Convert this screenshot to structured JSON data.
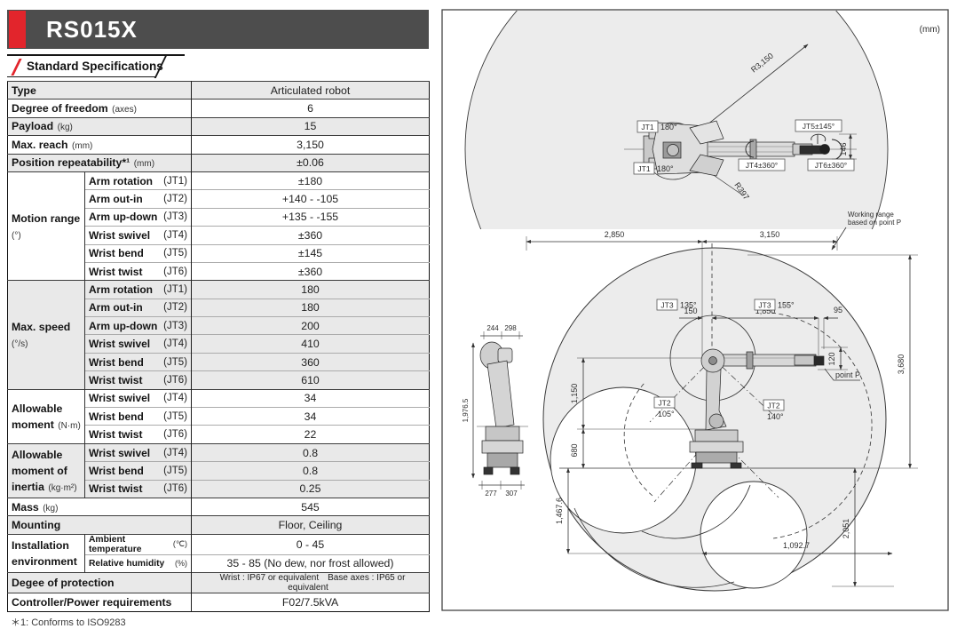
{
  "colors": {
    "brand_red": "#e2252c",
    "header_gray": "#4d4d4d",
    "row_shade": "#e9e9e9",
    "diagram_fill": "#ececec"
  },
  "header": {
    "model": "RS015X"
  },
  "section": {
    "title": "Standard Specifications"
  },
  "footnote": "＊1: Conforms to ISO9283",
  "specs": {
    "rows_top": [
      {
        "label": "Type",
        "unit": "",
        "value": "Articulated robot"
      },
      {
        "label": "Degree of freedom",
        "unit": "(axes)",
        "value": "6"
      },
      {
        "label": "Payload",
        "unit": "(kg)",
        "value": "15"
      },
      {
        "label": "Max. reach",
        "unit": "(mm)",
        "value": "3,150"
      },
      {
        "label": "Position repeatability*¹",
        "unit": "(mm)",
        "value": "±0.06"
      }
    ],
    "motion_range": {
      "group": "Motion range",
      "unit": "(°)",
      "rows": [
        {
          "label": "Arm rotation",
          "joint": "(JT1)",
          "value": "±180"
        },
        {
          "label": "Arm out-in",
          "joint": "(JT2)",
          "value": "+140 - -105"
        },
        {
          "label": "Arm up-down",
          "joint": "(JT3)",
          "value": "+135 - -155"
        },
        {
          "label": "Wrist swivel",
          "joint": "(JT4)",
          "value": "±360"
        },
        {
          "label": "Wrist bend",
          "joint": "(JT5)",
          "value": "±145"
        },
        {
          "label": "Wrist twist",
          "joint": "(JT6)",
          "value": "±360"
        }
      ]
    },
    "max_speed": {
      "group": "Max. speed",
      "unit": "(°/s)",
      "rows": [
        {
          "label": "Arm rotation",
          "joint": "(JT1)",
          "value": "180"
        },
        {
          "label": "Arm out-in",
          "joint": "(JT2)",
          "value": "180"
        },
        {
          "label": "Arm up-down",
          "joint": "(JT3)",
          "value": "200"
        },
        {
          "label": "Wrist swivel",
          "joint": "(JT4)",
          "value": "410"
        },
        {
          "label": "Wrist bend",
          "joint": "(JT5)",
          "value": "360"
        },
        {
          "label": "Wrist twist",
          "joint": "(JT6)",
          "value": "610"
        }
      ]
    },
    "allowable_moment": {
      "group": "Allowable moment",
      "unit": "(N·m)",
      "rows": [
        {
          "label": "Wrist swivel",
          "joint": "(JT4)",
          "value": "34"
        },
        {
          "label": "Wrist bend",
          "joint": "(JT5)",
          "value": "34"
        },
        {
          "label": "Wrist twist",
          "joint": "(JT6)",
          "value": "22"
        }
      ]
    },
    "moment_inertia": {
      "group": "Allowable moment of inertia",
      "unit": "(kg·m²)",
      "rows": [
        {
          "label": "Wrist swivel",
          "joint": "(JT4)",
          "value": "0.8"
        },
        {
          "label": "Wrist bend",
          "joint": "(JT5)",
          "value": "0.8"
        },
        {
          "label": "Wrist twist",
          "joint": "(JT6)",
          "value": "0.25"
        }
      ]
    },
    "mass": {
      "label": "Mass",
      "unit": "(kg)",
      "value": "545"
    },
    "mounting": {
      "label": "Mounting",
      "unit": "",
      "value": "Floor, Ceiling"
    },
    "installation": {
      "group": "Installation environment",
      "unit": "",
      "rows": [
        {
          "label": "Ambient temperature",
          "unit": "(℃)",
          "value": "0 - 45"
        },
        {
          "label": "Relative humidity",
          "unit": "(%)",
          "value": "35 - 85 (No dew, nor frost allowed)"
        }
      ]
    },
    "protection": {
      "label": "Degee of protection",
      "value_wrist": "Wrist : IP67 or equivalent",
      "value_base": "Base axes : IP65 or equivalent"
    },
    "controller": {
      "label": "Controller/Power requirements",
      "value": "F02/7.5kVA"
    }
  },
  "diagram": {
    "units_note": "(mm)",
    "top": {
      "jt1_top": "JT1",
      "jt1_top_angle": "180°",
      "jt1_bot": "JT1",
      "jt1_bot_angle": "180°",
      "jt5_box": "JT5±145°",
      "jt4_box": "JT4±360°",
      "jt6_box": "JT6±360°",
      "r_main": "R3,150",
      "r_rear": "R397",
      "d146": "146"
    },
    "side": {
      "note_line1": "Working range",
      "note_line2": "based on point P",
      "point_p": "point P",
      "jt3": "JT3",
      "jt3_left_angle": "135°",
      "jt3_right_angle": "155°",
      "jt2": "JT2",
      "jt2_left_angle": "105°",
      "jt2_right_angle": "140°",
      "d2850": "2,850",
      "d3150": "3,150",
      "d150": "150",
      "d1850": "1,850",
      "d95": "95",
      "d120": "120",
      "d3680": "3,680",
      "d1150": "1,150",
      "d680": "680",
      "d1467": "1,467.6",
      "d1092": "1,092.7",
      "d2051": "2,051",
      "d244": "244",
      "d298": "298",
      "d277": "277",
      "d307": "307",
      "d1976": "1,976.5"
    }
  }
}
